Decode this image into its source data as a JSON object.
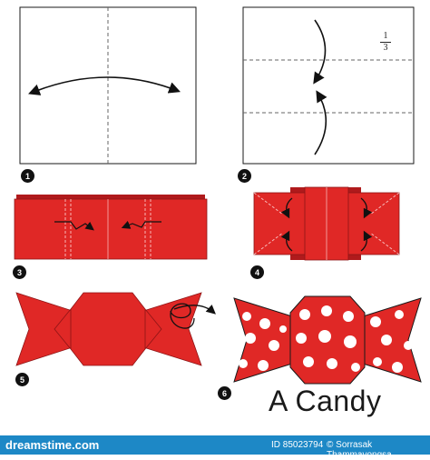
{
  "steps": [
    {
      "number": "1"
    },
    {
      "number": "2"
    },
    {
      "number": "3"
    },
    {
      "number": "4"
    },
    {
      "number": "5"
    },
    {
      "number": "6"
    }
  ],
  "fraction": {
    "numerator": "1",
    "denominator": "3"
  },
  "title": "A Candy",
  "footer": {
    "logo": "dreamstime.com",
    "id_text": "ID 85023794",
    "author": "© Sorrasak Thammavongsa"
  },
  "colors": {
    "paper_red": "#e02826",
    "paper_red_dark": "#b01a1c",
    "dots": "#ffffff",
    "footer_bar": "#1d88c6",
    "outline": "#1a1a1a"
  }
}
